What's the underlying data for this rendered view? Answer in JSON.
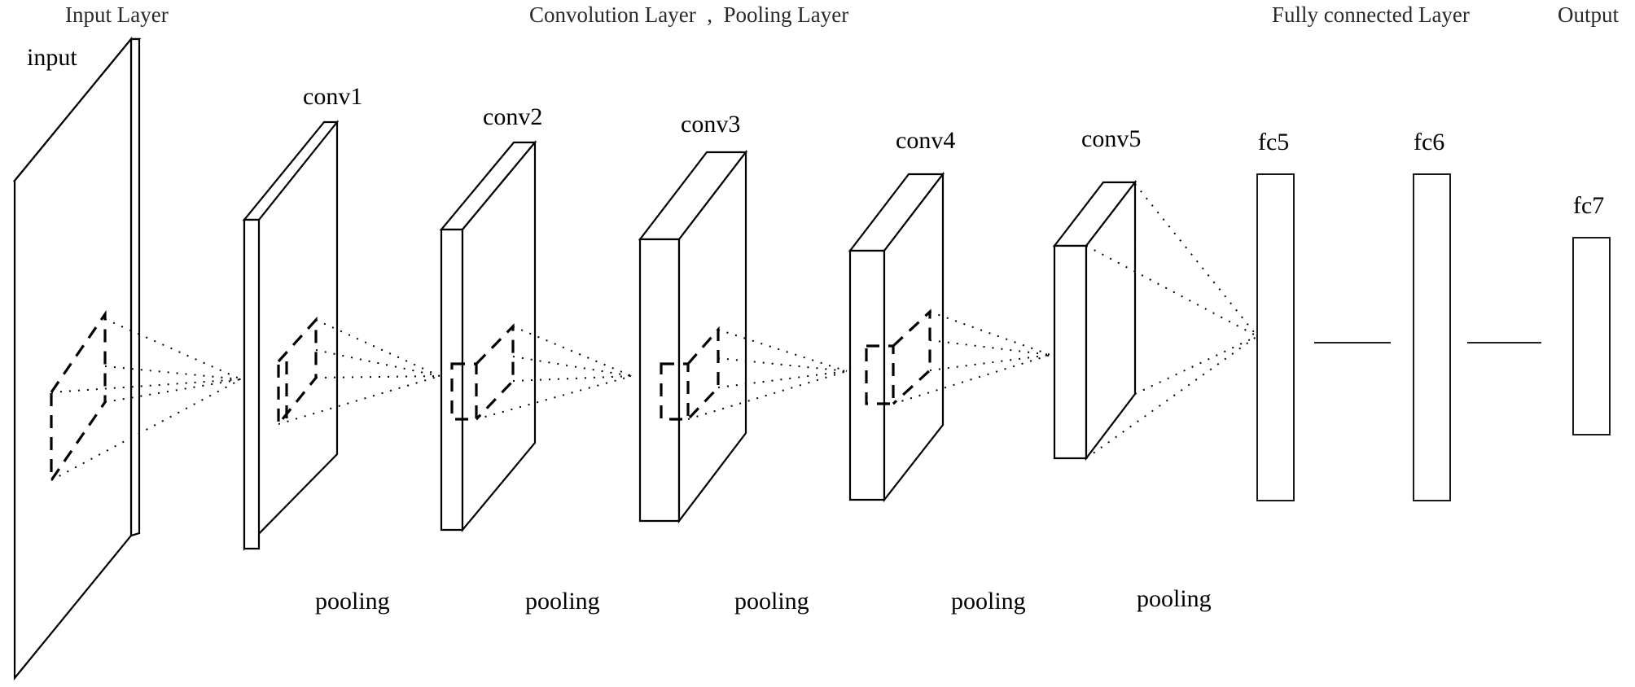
{
  "headers": {
    "input_layer": "Input Layer",
    "conv_pool_layer": "Convolution Layer  ,  Pooling Layer",
    "fc_layer": "Fully connected Layer",
    "output": "Output"
  },
  "layers": {
    "input": "input",
    "conv1": "conv1",
    "conv2": "conv2",
    "conv3": "conv3",
    "conv4": "conv4",
    "conv5": "conv5",
    "fc5": "fc5",
    "fc6": "fc6",
    "fc7": "fc7"
  },
  "pooling_labels": [
    "pooling",
    "pooling",
    "pooling",
    "pooling",
    "pooling"
  ]
}
